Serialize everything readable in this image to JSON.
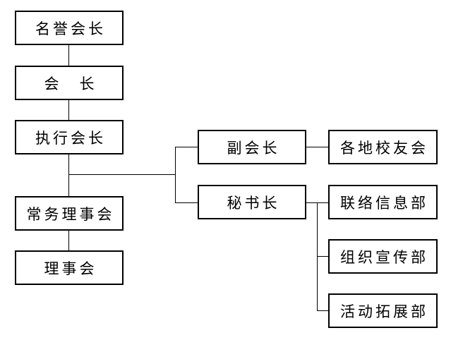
{
  "diagram": {
    "type": "org-chart",
    "background_color": "#ffffff",
    "box_border_color": "#000000",
    "line_color": "#000000",
    "text_color": "#000000",
    "nodes": {
      "honorary_president": {
        "label": "名誉会长"
      },
      "president": {
        "label": "会　长"
      },
      "executive_president": {
        "label": "执行会长"
      },
      "standing_council": {
        "label": "常务理事会"
      },
      "council": {
        "label": "理事会"
      },
      "vice_president": {
        "label": "副会长"
      },
      "local_alumni_associations": {
        "label": "各地校友会"
      },
      "secretary_general": {
        "label": "秘书长"
      },
      "liaison_information_dept": {
        "label": "联络信息部"
      },
      "organization_publicity_dept": {
        "label": "组织宣传部"
      },
      "activity_expansion_dept": {
        "label": "活动拓展部"
      }
    },
    "edges": [
      {
        "from": "honorary_president",
        "to": "president"
      },
      {
        "from": "president",
        "to": "executive_president"
      },
      {
        "from": "executive_president",
        "to": "standing_council"
      },
      {
        "from": "standing_council",
        "to": "council"
      },
      {
        "from": "executive_president",
        "to": "vice_president"
      },
      {
        "from": "executive_president",
        "to": "secretary_general"
      },
      {
        "from": "vice_president",
        "to": "local_alumni_associations"
      },
      {
        "from": "secretary_general",
        "to": "liaison_information_dept"
      },
      {
        "from": "secretary_general",
        "to": "organization_publicity_dept"
      },
      {
        "from": "secretary_general",
        "to": "activity_expansion_dept"
      }
    ]
  }
}
